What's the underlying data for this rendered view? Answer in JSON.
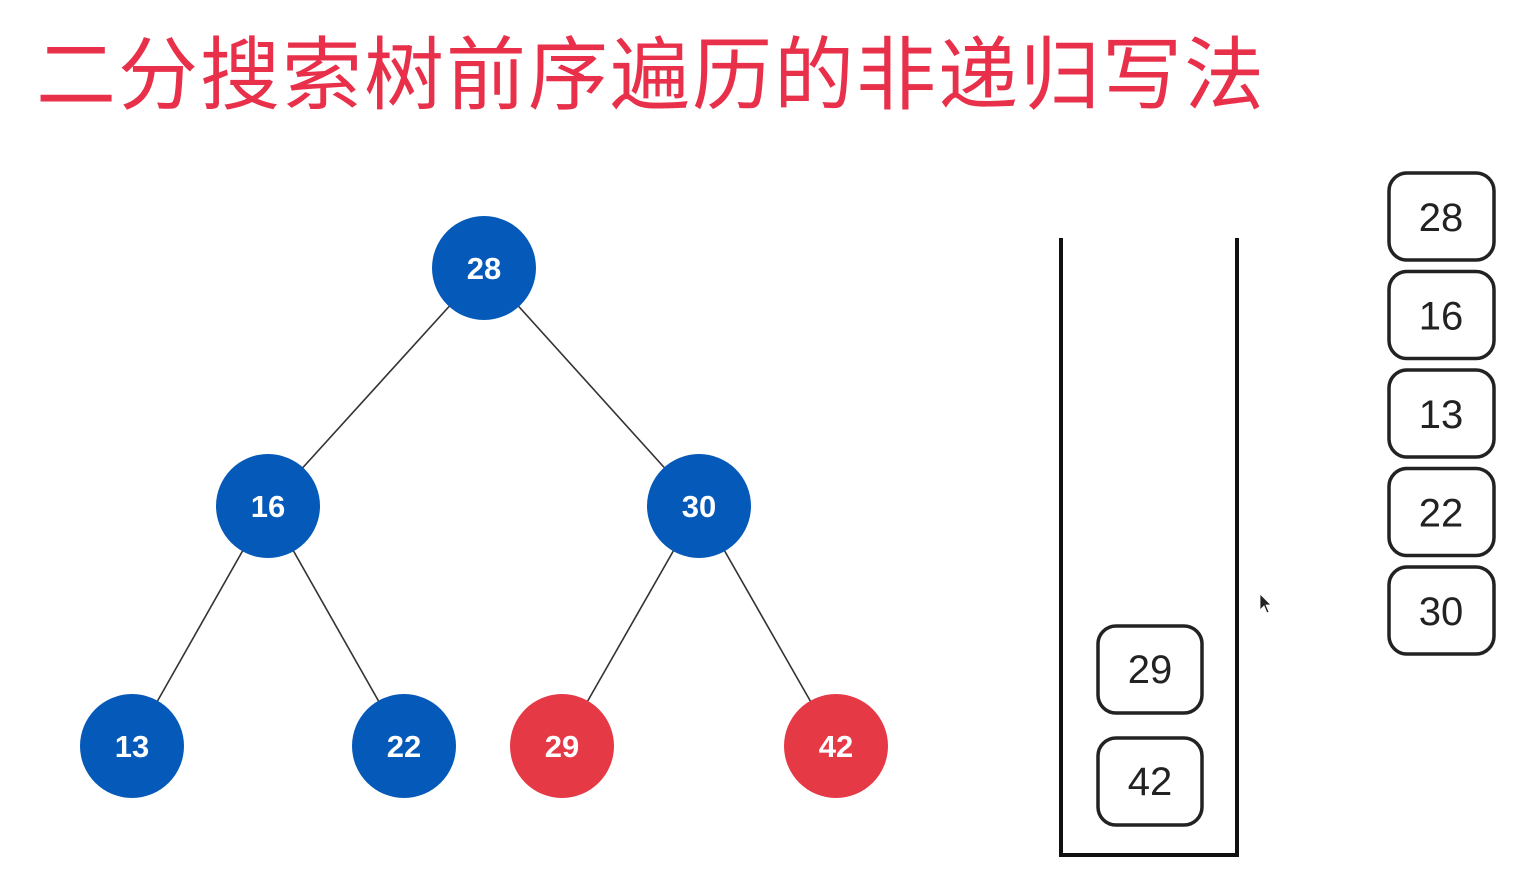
{
  "title": "二分搜索树前序遍历的非递归写法",
  "colors": {
    "title": "#e8304a",
    "node_blue": "#0559b8",
    "node_red": "#e63946",
    "box_stroke": "#222222"
  },
  "tree": {
    "nodes": [
      {
        "id": "n28",
        "value": "28",
        "state": "visited"
      },
      {
        "id": "n16",
        "value": "16",
        "state": "visited"
      },
      {
        "id": "n30",
        "value": "30",
        "state": "visited"
      },
      {
        "id": "n13",
        "value": "13",
        "state": "visited"
      },
      {
        "id": "n22",
        "value": "22",
        "state": "visited"
      },
      {
        "id": "n29",
        "value": "29",
        "state": "pending"
      },
      {
        "id": "n42",
        "value": "42",
        "state": "pending"
      }
    ],
    "edges": [
      [
        "n28",
        "n16"
      ],
      [
        "n28",
        "n30"
      ],
      [
        "n16",
        "n13"
      ],
      [
        "n16",
        "n22"
      ],
      [
        "n30",
        "n29"
      ],
      [
        "n30",
        "n42"
      ]
    ]
  },
  "stack": {
    "items_top_to_bottom": [
      "29",
      "42"
    ]
  },
  "output": {
    "items": [
      "28",
      "16",
      "13",
      "22",
      "30"
    ]
  }
}
